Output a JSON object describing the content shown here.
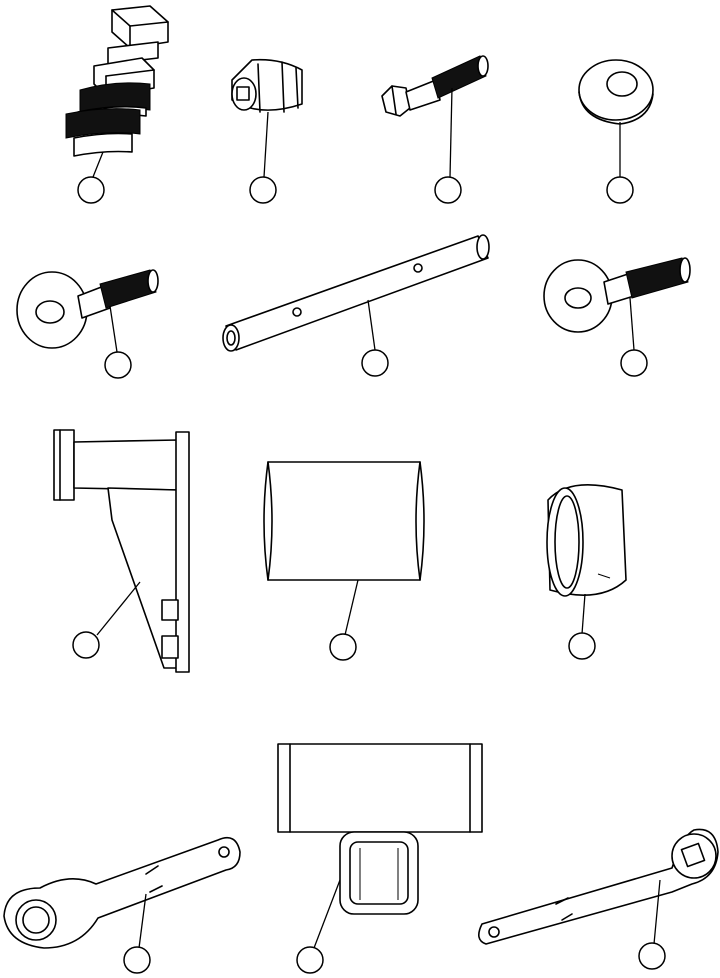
{
  "figure": {
    "title": "",
    "kind": "parts illustration",
    "line_color": "#000000",
    "background_color": "#ffffff"
  },
  "tools": [
    {
      "id": "quick-coupler",
      "icon": "hydraulic-quick-coupler-icon",
      "callout": ""
    },
    {
      "id": "square-drive-socket",
      "icon": "socket-icon",
      "callout": ""
    },
    {
      "id": "threaded-bolt",
      "icon": "bolt-icon",
      "callout": ""
    },
    {
      "id": "flat-washer",
      "icon": "washer-icon",
      "callout": ""
    },
    {
      "id": "eye-bolt-left",
      "icon": "eye-bolt-icon",
      "callout": ""
    },
    {
      "id": "drilled-rod",
      "icon": "rod-icon",
      "callout": ""
    },
    {
      "id": "eye-bolt-right",
      "icon": "eye-bolt-icon",
      "callout": ""
    },
    {
      "id": "support-bracket",
      "icon": "bracket-icon",
      "callout": ""
    },
    {
      "id": "cylinder-sleeve",
      "icon": "sleeve-icon",
      "callout": ""
    },
    {
      "id": "ring-cup",
      "icon": "ring-icon",
      "callout": ""
    },
    {
      "id": "box-end-wrench",
      "icon": "box-wrench-icon",
      "callout": ""
    },
    {
      "id": "pusher-block",
      "icon": "pusher-block-icon",
      "callout": ""
    },
    {
      "id": "square-drive-wrench",
      "icon": "square-drive-wrench-icon",
      "callout": ""
    }
  ]
}
